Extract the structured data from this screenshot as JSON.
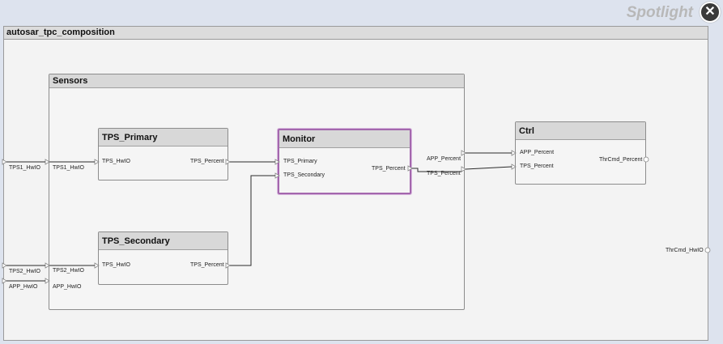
{
  "spotlight": {
    "label": "Spotlight"
  },
  "close_icon": "close-icon",
  "composition": {
    "title": "autosar_tpc_composition"
  },
  "root_ports": {
    "tps1": "TPS1_HwIO",
    "tps2": "TPS2_HwIO",
    "app": "APP_HwIO",
    "thrcmd": "ThrCmd_HwIO"
  },
  "sensors": {
    "title": "Sensors",
    "inports": {
      "tps1": "TPS1_HwIO",
      "tps2": "TPS2_HwIO",
      "app": "APP_HwIO"
    },
    "outports": {
      "app": "APP_Percent",
      "tps": "TPS_Percent"
    }
  },
  "tps_primary": {
    "title": "TPS_Primary",
    "in": "TPS_HwIO",
    "out": "TPS_Percent"
  },
  "tps_secondary": {
    "title": "TPS_Secondary",
    "in": "TPS_HwIO",
    "out": "TPS_Percent"
  },
  "monitor": {
    "title": "Monitor",
    "in1": "TPS_Primary",
    "in2": "TPS_Secondary",
    "out": "TPS_Percent"
  },
  "ctrl": {
    "title": "Ctrl",
    "in1": "APP_Percent",
    "in2": "TPS_Percent",
    "out": "ThrCmd_Percent"
  }
}
